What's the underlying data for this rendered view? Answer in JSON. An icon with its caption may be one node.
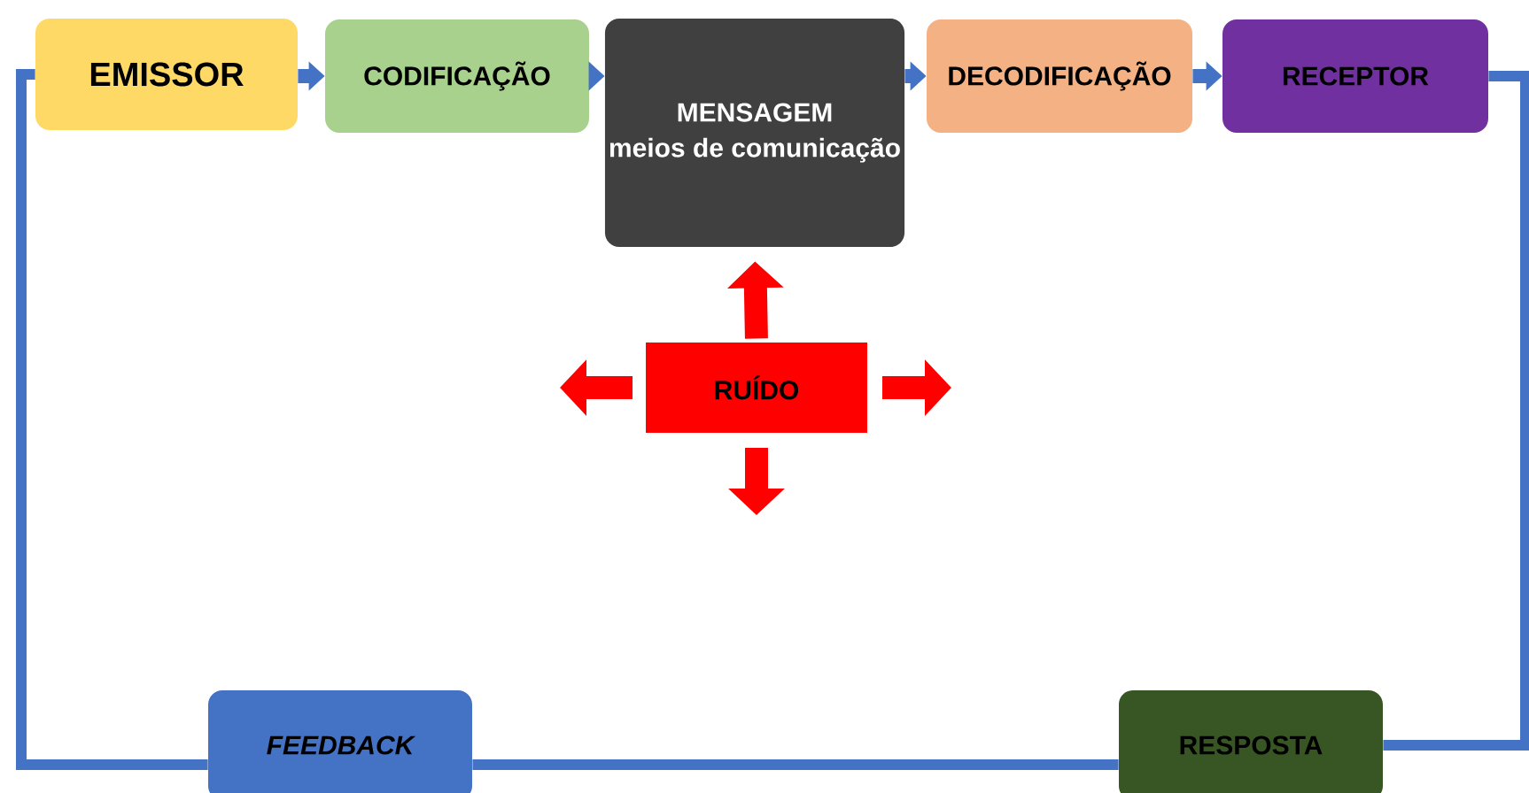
{
  "diagram": {
    "nodes": [
      {
        "text": [
          "EMISSOR"
        ]
      },
      {
        "text": [
          "CODIFICAÇÃO"
        ]
      },
      {
        "text": [
          "MENSAGEM",
          "meios de comunicação"
        ]
      },
      {
        "text": [
          "DECODIFICAÇÃO"
        ]
      },
      {
        "text": [
          "RECEPTOR"
        ]
      },
      {
        "text": [
          "RUÍDO"
        ]
      },
      {
        "text": [
          "RESPOSTA"
        ]
      },
      {
        "text": [
          "FEEDBACK"
        ]
      }
    ],
    "edges": [
      {
        "from": 0,
        "to": 1,
        "arrow": "to"
      },
      {
        "from": 1,
        "to": 2,
        "arrow": "to"
      },
      {
        "from": 2,
        "to": 3,
        "arrow": "to"
      },
      {
        "from": 3,
        "to": 4,
        "arrow": "to"
      },
      {
        "from": 4,
        "to": 6,
        "arrow": "none"
      },
      {
        "from": 6,
        "to": 7,
        "arrow": "none"
      },
      {
        "from": 7,
        "to": 0,
        "arrow": "none"
      },
      {
        "from": 5,
        "to": 2,
        "arrow": "to",
        "color": "#ff0000"
      }
    ]
  }
}
